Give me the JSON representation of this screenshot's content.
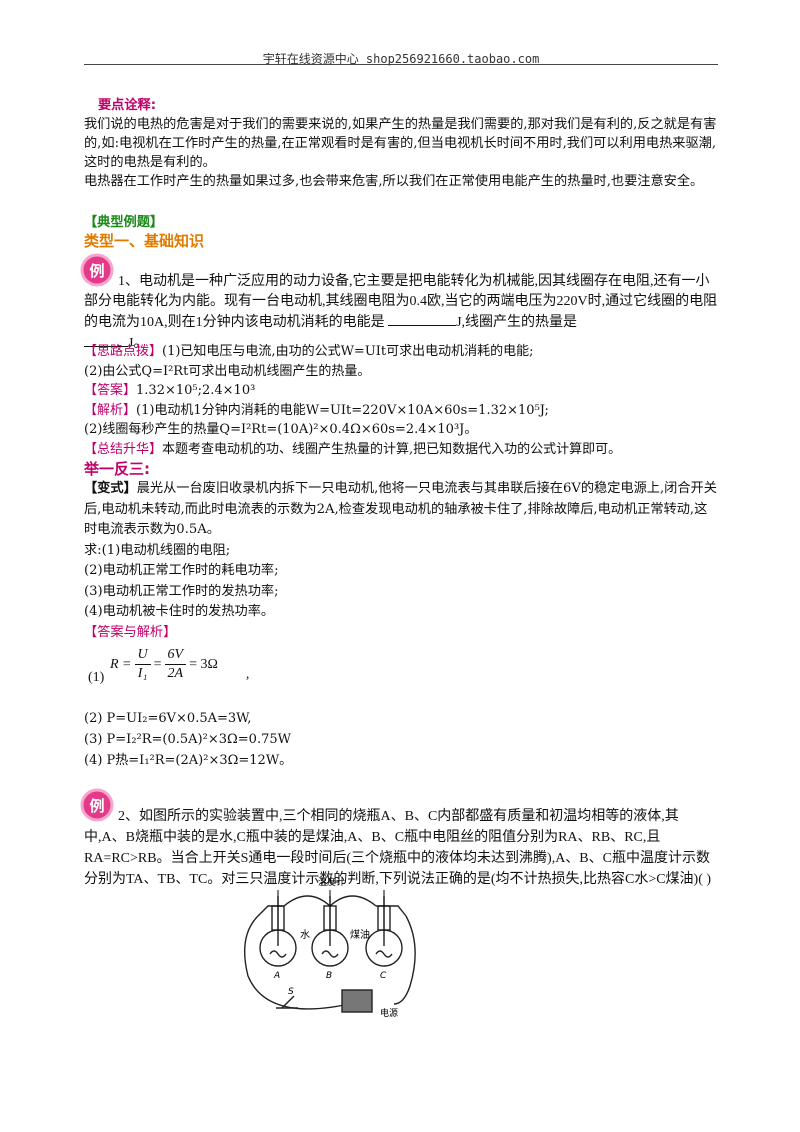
{
  "header": {
    "text": "宇轩在线资源中心  shop256921660.taobao.com"
  },
  "key_points": {
    "title": "要点诠释:",
    "p1": "我们说的电热的危害是对于我们的需要来说的,如果产生的热量是我们需要的,那对我们是有利的,反之就是有害的,如:电视机在工作时产生的热量,在正常观看时是有害的,但当电视机长时间不用时,我们可以利用电热来驱潮,这时的电热是有利的。",
    "p2": "电热器在工作时产生的热量如果过多,也会带来危害,所以我们在正常使用电能产生的热量时,也要注意安全。"
  },
  "section": {
    "typical": "【典型例题】",
    "type1": "类型一、基础知识",
    "badge": "例",
    "echo": "举一反三:"
  },
  "ex1": {
    "q_a": "1、电动机是一种广泛应用的动力设备,它主要是把电能转化为机械能,因其线圈存在电阻,还有一小部分电能转化为内能。现有一台电动机,其线圈电阻为0.4欧,当它的两端电压为220V时,通过它线圈的电阻的电流为10A,则在1分钟内该电动机消耗的电能是",
    "q_b": "J,线圈产生的热量是",
    "q_c": "J。",
    "think_tag": "【思路点拨】",
    "think_1": "(1)已知电压与电流,由功的公式W=UIt可求出电动机消耗的电能;",
    "think_2": "(2)由公式Q=I²Rt可求出电动机线圈产生的热量。",
    "ans_tag": "【答案】",
    "ans": "1.32×10⁵;2.4×10³",
    "sol_tag": "【解析】",
    "sol_1": "(1)电动机1分钟内消耗的电能W=UIt=220V×10A×60s=1.32×10⁵J;",
    "sol_2": "(2)线圈每秒产生的热量Q=I²Rt=(10A)²×0.4Ω×60s=2.4×10³J。",
    "sum_tag": "【总结升华】",
    "sum": "本题考查电动机的功、线圈产生热量的计算,把已知数据代入功的公式计算即可。"
  },
  "variant": {
    "tag": "【变式】",
    "text": "晨光从一台废旧收录机内拆下一只电动机,他将一只电流表与其串联后接在6V的稳定电源上,闭合开关后,电动机未转动,而此时电流表的示数为2A,检查发现电动机的轴承被卡住了,排除故障后,电动机正常转动,这时电流表示数为0.5A。",
    "ask": "求:(1)电动机线圈的电阻;",
    "q2": "(2)电动机正常工作时的耗电功率;",
    "q3": "(3)电动机正常工作时的发热功率;",
    "q4": "(4)电动机被卡住时的发热功率。",
    "ans_tag": "【答案与解析】",
    "a1_label": "(1)",
    "a1_formula_left": "R =",
    "a1_num1": "U",
    "a1_den1": "I₁",
    "a1_num2": "6V",
    "a1_den2": "2A",
    "a1_result": "= 3Ω",
    "a1_comma": ",",
    "a2": "(2) P=UI₂=6V×0.5A=3W,",
    "a3": "(3)  P=I₂²R=(0.5A)²×3Ω=0.75W",
    "a4": "(4) P热=I₁²R=(2A)²×3Ω=12W。"
  },
  "ex2": {
    "q": "2、如图所示的实验装置中,三个相同的烧瓶A、B、C内部都盛有质量和初温均相等的液体,其中,A、B烧瓶中装的是水,C瓶中装的是煤油,A、B、C瓶中电阻丝的阻值分别为RA、RB、RC,且RA=RC>RB。当合上开关S通电一段时间后(三个烧瓶中的液体均未达到沸腾),A、B、C瓶中温度计示数分别为TA、TB、TC。对三只温度计示数的判断,下列说法正确的是(均不计热损失,比热容C水>C煤油)(      )"
  },
  "figure": {
    "thermometer_label": "温度计",
    "water_label": "水",
    "kerosene_label": "煤油",
    "flask_a": "A",
    "flask_b": "B",
    "flask_c": "C",
    "switch_label": "S",
    "source_label": "电源"
  },
  "colors": {
    "magenta": "#c0006a",
    "green": "#1a8a1a",
    "orange": "#e07b00"
  }
}
